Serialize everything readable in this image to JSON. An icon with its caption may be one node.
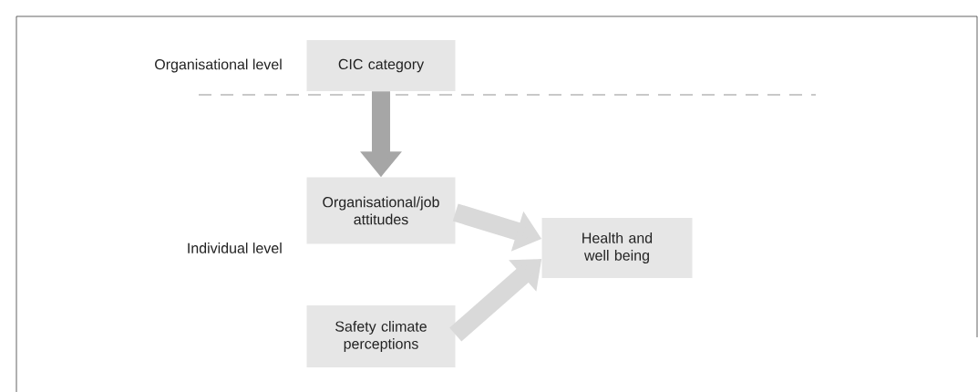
{
  "diagram": {
    "nodes": [
      {
        "text": [
          "CIC category"
        ]
      },
      {
        "text": [
          "Organisational/job attitudes"
        ]
      },
      {
        "text": [
          "Health and well being"
        ]
      },
      {
        "text": [
          "Safety climate perceptions"
        ]
      }
    ],
    "edges": [
      {
        "from": 0,
        "to": 1,
        "arrow": "to",
        "color": "#a6a6a6"
      },
      {
        "from": 1,
        "to": 2,
        "arrow": "to"
      },
      {
        "from": 3,
        "to": 2,
        "arrow": "to"
      }
    ],
    "labels": [
      "Organisational level",
      "Individual level"
    ]
  }
}
